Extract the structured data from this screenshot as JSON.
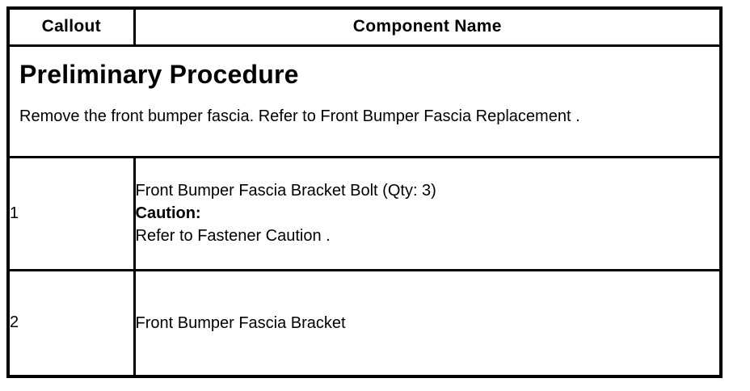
{
  "table": {
    "headers": [
      "Callout",
      "Component Name"
    ],
    "preliminary": {
      "title": "Preliminary Procedure",
      "text": "Remove the front bumper fascia. Refer to Front Bumper Fascia Replacement ."
    },
    "rows": [
      {
        "callout": "1",
        "lines": [
          "Front Bumper Fascia Bracket Bolt (Qty: 3)",
          "Caution:",
          "Refer to Fastener Caution ."
        ]
      },
      {
        "callout": "2",
        "lines": [
          "Front Bumper Fascia Bracket"
        ]
      }
    ],
    "colors": {
      "border": "#000000",
      "text": "#000000",
      "background": "#ffffff"
    }
  }
}
